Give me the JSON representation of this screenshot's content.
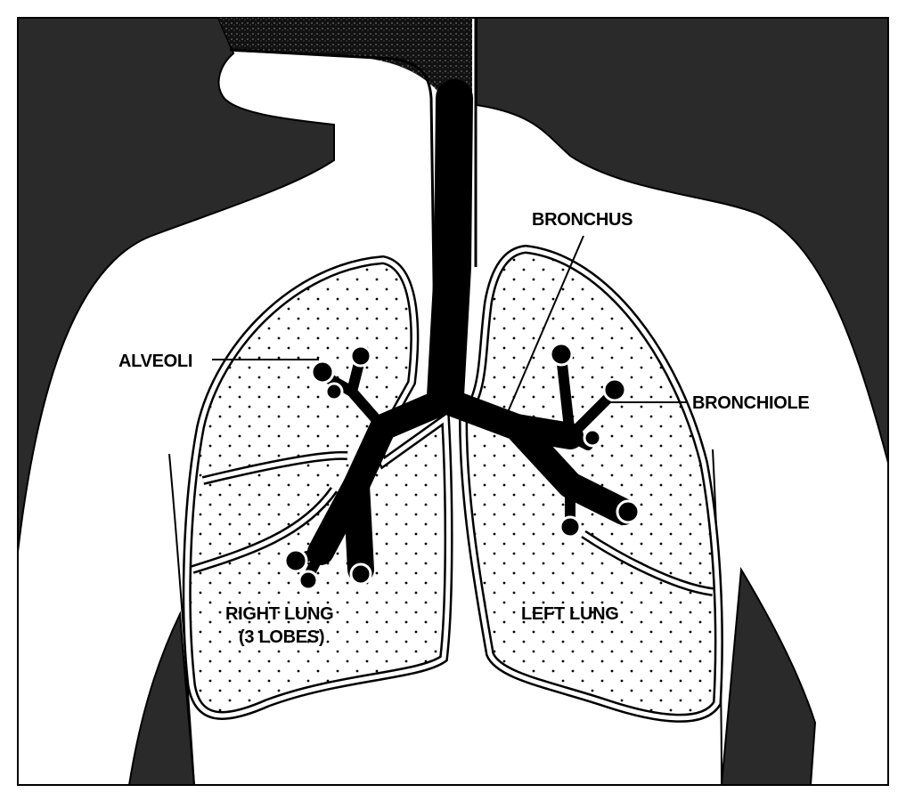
{
  "diagram": {
    "labels": {
      "bronchus": "BRONCHUS",
      "bronchiole": "BRONCHIOLE",
      "alveoli": "ALVEOLI",
      "right_lung": "RIGHT LUNG",
      "right_lung_note": "(3 LOBES)",
      "left_lung": "LEFT LUNG"
    },
    "colors": {
      "background": "#2a2a2a",
      "body": "#ffffff",
      "airway": "#000000"
    }
  }
}
